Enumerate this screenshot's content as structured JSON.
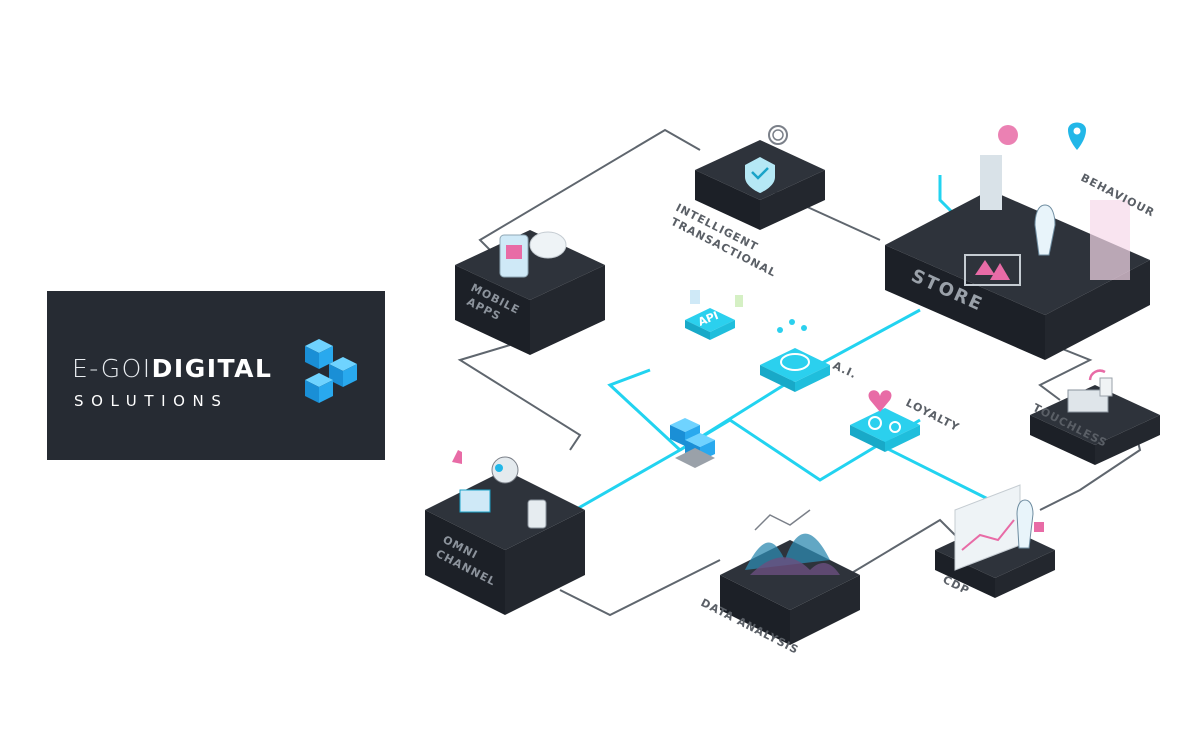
{
  "logo": {
    "part1": "E-GOI",
    "part2": "DIGITAL",
    "line2": "SOLUTIONS",
    "icon": "stacked-cubes-icon",
    "bg_color": "#262b33",
    "accent_color": "#29b6f6"
  },
  "nodes": {
    "intelligent_transactional": [
      "INTELLIGENT",
      "TRANSACTIONAL"
    ],
    "mobile_apps": [
      "MOBILE",
      "APPS"
    ],
    "store": "STORE",
    "behaviour": "BEHAVIOUR",
    "api": "API",
    "ai": "A.I.",
    "loyalty": "LOYALTY",
    "touchless": "TOUCHLESS",
    "omni_channel": [
      "OMNI",
      "CHANNEL"
    ],
    "data_analysis": "DATA ANALYSIS",
    "cdp": "CDP"
  },
  "colors": {
    "block_top": "#2e333b",
    "block_side": "#1c2027",
    "connector": "#5f666e",
    "glow": "#22d3f0",
    "pink": "#e86ba6"
  }
}
